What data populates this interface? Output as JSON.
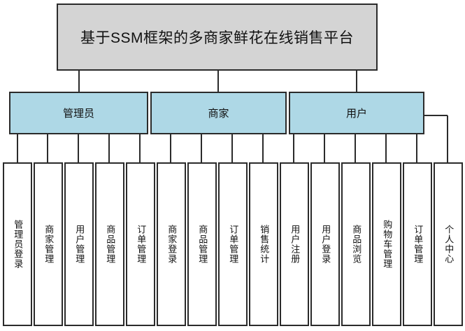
{
  "diagram": {
    "type": "organization-hierarchy-chart",
    "title_node": {
      "label": "基于SSM框架的多商家鲜花在线销售平台",
      "fill": "#d4d4d4",
      "border": "#2b2b2b"
    },
    "roles": [
      {
        "label": "管理员",
        "fill": "#aed8e6"
      },
      {
        "label": "商家",
        "fill": "#aed8e6"
      },
      {
        "label": "用户",
        "fill": "#aed8e6"
      }
    ],
    "leaves": [
      {
        "label": "管理员登录",
        "parent": "管理员"
      },
      {
        "label": "商家管理",
        "parent": "管理员"
      },
      {
        "label": "用户管理",
        "parent": "管理员"
      },
      {
        "label": "商品管理",
        "parent": "管理员"
      },
      {
        "label": "订单管理",
        "parent": "管理员"
      },
      {
        "label": "商家登录",
        "parent": "商家"
      },
      {
        "label": "商品管理",
        "parent": "商家"
      },
      {
        "label": "订单管理",
        "parent": "商家"
      },
      {
        "label": "销售统计",
        "parent": "商家"
      },
      {
        "label": "用户注册",
        "parent": "用户"
      },
      {
        "label": "用户登录",
        "parent": "用户"
      },
      {
        "label": "商品浏览",
        "parent": "用户"
      },
      {
        "label": "购物车管理",
        "parent": "用户"
      },
      {
        "label": "订单管理",
        "parent": "用户"
      },
      {
        "label": "个人中心",
        "parent": "用户"
      }
    ],
    "colors": {
      "background": "#ffffff",
      "line": "#2b2b2b",
      "title_fill": "#d4d4d4",
      "role_fill": "#aed8e6",
      "leaf_fill": "#ffffff",
      "text": "#111111"
    }
  }
}
